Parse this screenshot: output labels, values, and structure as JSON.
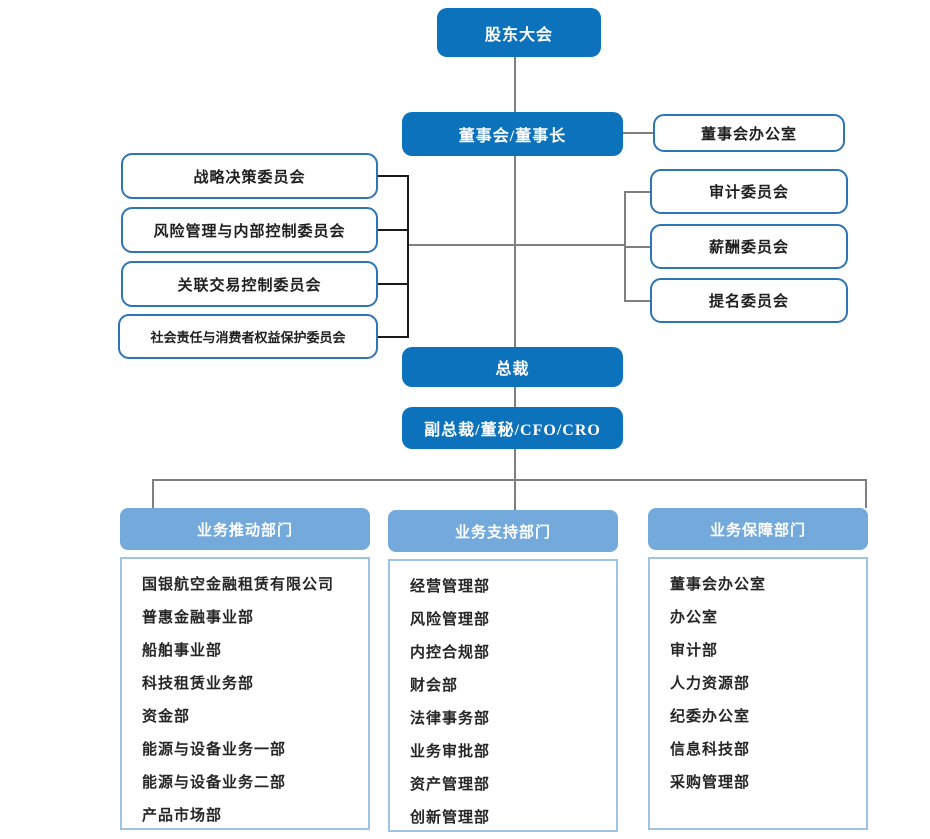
{
  "palette": {
    "primary_blue": "#0D72BC",
    "column_header_blue": "#74A9DC",
    "committee_border_blue": "#2E75B6",
    "column_body_border_blue": "#9DC3E6",
    "connector_gray": "#7F7F7F",
    "connector_black": "#1A1A1A"
  },
  "nodes": {
    "shareholders_meeting": "股东大会",
    "board_chairman": "董事会/董事长",
    "board_office": "董事会办公室",
    "president": "总裁",
    "vice_president": "副总裁/董秘/CFO/CRO"
  },
  "left_committees": [
    "战略决策委员会",
    "风险管理与内部控制委员会",
    "关联交易控制委员会",
    "社会责任与消费者权益保护委员会"
  ],
  "right_committees": [
    "审计委员会",
    "薪酬委员会",
    "提名委员会"
  ],
  "columns": [
    {
      "header": "业务推动部门",
      "items": [
        "国银航空金融租赁有限公司",
        "普惠金融事业部",
        "船舶事业部",
        "科技租赁业务部",
        "资金部",
        "能源与设备业务一部",
        "能源与设备业务二部",
        "产品市场部"
      ]
    },
    {
      "header": "业务支持部门",
      "items": [
        "经营管理部",
        "风险管理部",
        "内控合规部",
        "财会部",
        "法律事务部",
        "业务审批部",
        "资产管理部",
        "创新管理部"
      ]
    },
    {
      "header": "业务保障部门",
      "items": [
        "董事会办公室",
        "办公室",
        "审计部",
        "人力资源部",
        "纪委办公室",
        "信息科技部",
        "采购管理部"
      ]
    }
  ]
}
